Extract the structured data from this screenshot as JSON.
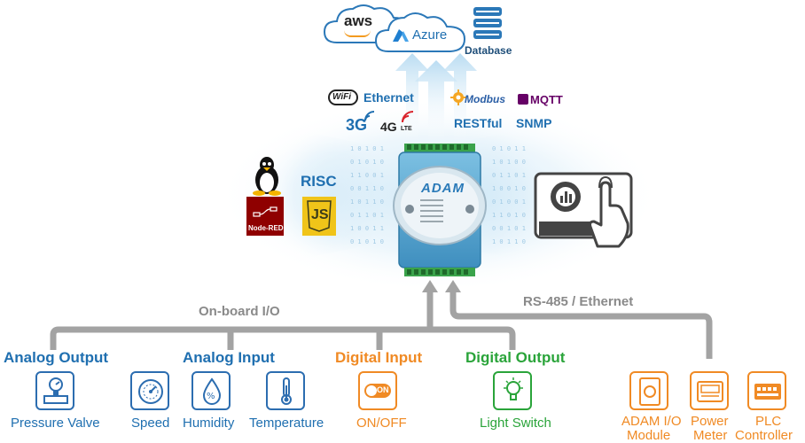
{
  "cloud": {
    "aws": "aws",
    "azure": "Azure",
    "database": "Database"
  },
  "connectivity": {
    "wifi": "WiFi",
    "ethernet": "Ethernet",
    "g3": "3G",
    "g4": "4G",
    "lte": "LTE"
  },
  "protocols": {
    "modbus": "Modbus",
    "mqtt": "MQTT",
    "restful": "RESTful",
    "snmp": "SNMP"
  },
  "platform": {
    "risc": "RISC",
    "nodered": "Node-RED",
    "js": "JS"
  },
  "device": {
    "brand": "ADAM"
  },
  "bus": {
    "onboard": "On-board I/O",
    "rs485": "RS-485 / Ethernet"
  },
  "categories": {
    "analog_output": "Analog Output",
    "analog_input": "Analog Input",
    "digital_input": "Digital Input",
    "digital_output": "Digital Output"
  },
  "items": {
    "pressure_valve": "Pressure Valve",
    "speed": "Speed",
    "humidity": "Humidity",
    "temperature": "Temperature",
    "onoff": "ON/OFF",
    "on_badge": "ON",
    "light_switch": "Light Switch",
    "adam_io_line1": "ADAM I/O",
    "adam_io_line2": "Module",
    "power_line1": "Power",
    "power_line2": "Meter",
    "plc_line1": "PLC",
    "plc_line2": "Controller"
  },
  "colors": {
    "blue": "#1f6fb0",
    "orange": "#f08a24",
    "green": "#2aa43a",
    "grey": "#9a9a9a",
    "device": "#5aa6cf"
  }
}
